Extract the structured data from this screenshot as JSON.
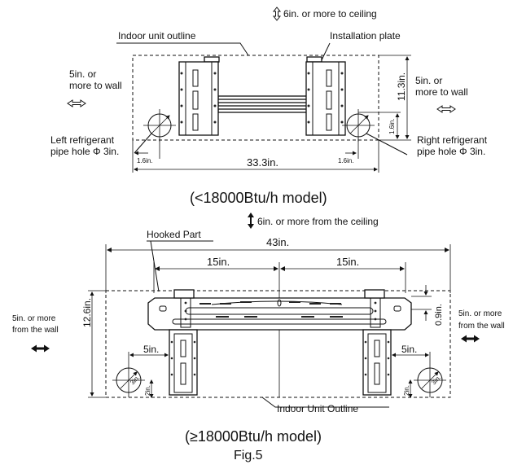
{
  "top": {
    "ceiling_note": "6in. or more to ceiling",
    "outline_label": "Indoor unit outline",
    "plate_label": "Installation plate",
    "left_wall_line1": "5in. or",
    "left_wall_line2": "more to wall",
    "right_wall_line1": "5in. or",
    "right_wall_line2": "more to wall",
    "height_dim": "11.3in.",
    "hole_height_dim": "1.6in.",
    "left_hole_line1": "Left refrigerant",
    "left_hole_line2": "pipe hole Φ 3in.",
    "right_hole_line1": "Right refrigerant",
    "right_hole_line2": "pipe hole Φ 3in.",
    "left_offset_dim": "1.6in.",
    "width_dim": "33.3in.",
    "right_offset_dim": "1.6in.",
    "model_caption": "(<18000Btu/h model)"
  },
  "bottom": {
    "ceiling_note": "6in. or more from the ceiling",
    "hooked_label": "Hooked Part",
    "width_dim": "43in.",
    "left_span_dim": "15in.",
    "right_span_dim": "15in.",
    "height_dim": "12.6in.",
    "top_offset_dim": "0.9in.",
    "left_wall_line1": "5in. or more",
    "left_wall_line2": "from the wall",
    "right_wall_line1": "5in. or more",
    "right_wall_line2": "from  the wall",
    "left_hole_dim": "5in.",
    "right_hole_dim": "5in.",
    "left_hole_dia": "3in.",
    "right_hole_dia": "3in.",
    "left_hole_h": "2in.",
    "right_hole_h": "2in.",
    "outline_label": "Indoor Unit Outline",
    "model_caption": "(≥18000Btu/h model)"
  },
  "figure_caption": "Fig.5"
}
